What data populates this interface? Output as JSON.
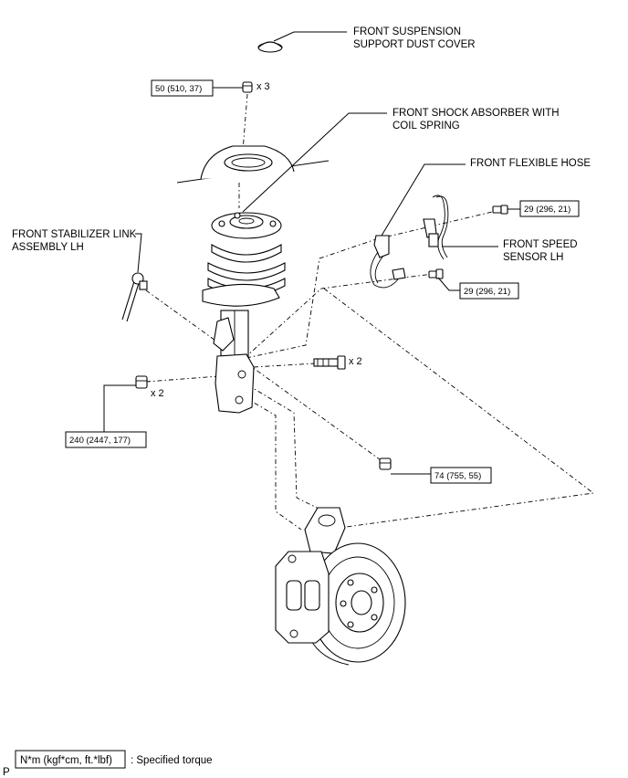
{
  "labels": {
    "dust_cover": [
      "FRONT SUSPENSION",
      "SUPPORT DUST COVER"
    ],
    "shock_absorber": [
      "FRONT SHOCK ABSORBER WITH",
      "COIL SPRING"
    ],
    "flexible_hose": [
      "FRONT FLEXIBLE HOSE"
    ],
    "stabilizer_link": [
      "FRONT STABILIZER LINK",
      "ASSEMBLY LH"
    ],
    "speed_sensor": [
      "FRONT SPEED",
      "SENSOR LH"
    ]
  },
  "torques": {
    "top_nut": "50 (510, 37)",
    "bracket_bolt_upper": "29 (296, 21)",
    "bracket_bolt_lower": "29 (296, 21)",
    "knuckle_nut": "240 (2447, 177)",
    "link_nut": "74 (755, 55)"
  },
  "quantities": {
    "top_nut": "x 3",
    "knuckle_bolt": "x 2",
    "knuckle_nut": "x 2"
  },
  "legend": {
    "unit": "N*m (kgf*cm, ft.*lbf)",
    "description": ": Specified torque"
  },
  "corner_mark": "P"
}
